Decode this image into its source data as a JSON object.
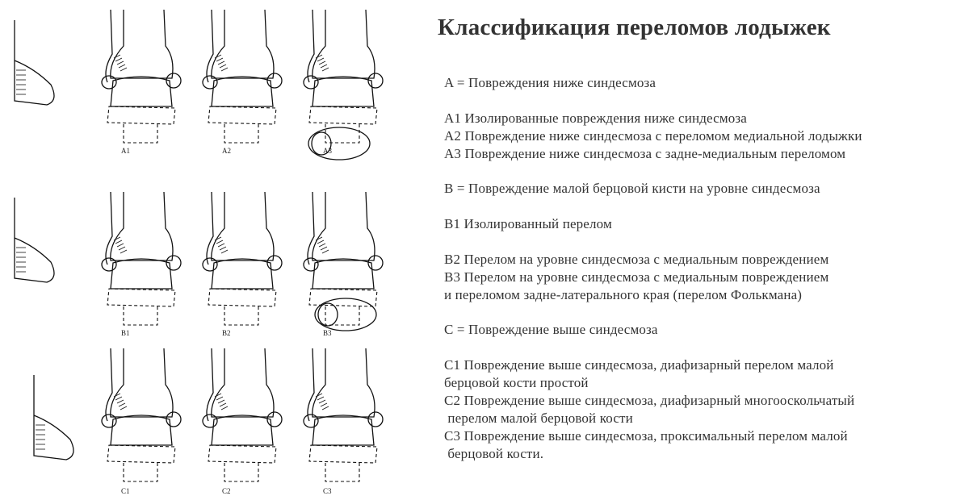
{
  "title": "Классификация переломов лодыжек",
  "lines": [
    "A = Повреждения ниже синдесмоза",
    "",
    "A1 Изолированные повреждения ниже синдесмоза",
    "A2 Повреждение ниже синдесмоза с переломом медиальной лодыжки",
    "A3 Повреждение ниже синдесмоза с задне-медиальным переломом",
    "",
    "B = Повреждение малой берцовой кисти на уровне синдесмоза",
    "",
    "B1 Изолированный перелом",
    "",
    "B2 Перелом на уровне синдесмоза с медиальным повреждением",
    "B3 Перелом на уровне синдесмоза с медиальным повреждением",
    "и переломом задне-латерального края (перелом Фолькмана)",
    "",
    "C = Повреждение выше синдесмоза",
    "",
    "C1 Повреждение выше синдесмоза, диафизарный перелом малой",
    "берцовой кости простой",
    "C2 Повреждение выше синдесмоза, диафизарный многооскольчатый",
    " перелом малой берцовой кости",
    "C3 Повреждение выше синдесмоза, проксимальный перелом малой",
    " берцовой кости."
  ],
  "figure_labels": [
    "A1",
    "A2",
    "A3",
    "B1",
    "B2",
    "B3",
    "C1",
    "C2",
    "C3"
  ]
}
